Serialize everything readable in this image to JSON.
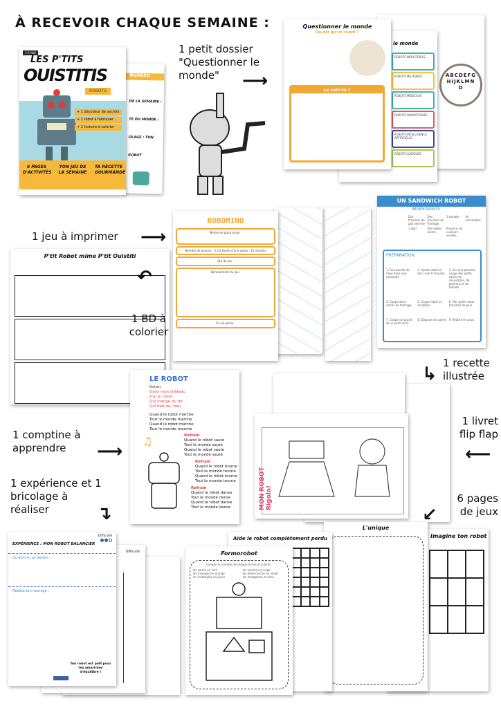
{
  "header": {
    "title": "À RECEVOIR CHAQUE SEMAINE :"
  },
  "labels": {
    "dossier": "1 petit dossier \"Questionner le monde\"",
    "jeu": "1 jeu à imprimer",
    "bd": "1 BD à colorier",
    "recette": "1 recette illustrée",
    "comptine": "1 comptine à apprendre",
    "flipflap": "1 livret flip flap",
    "experience": "1 expérience et 1 bricolage à réaliser",
    "jeux": "6 pages de jeux"
  },
  "magazine": {
    "age_badge": "3-6 ANS",
    "title_line1": "LES P'TITS",
    "title_line2": "OUISTITIS",
    "theme": "ROBOTS",
    "features": [
      "+ 1 décodeur de secrets",
      "+ 1 robot à fabriquer",
      "+ 1 histoire à colorier"
    ],
    "footer_cols": [
      "6 PAGES D'ACTIVITÉS",
      "TON JEU DE LA SEMAINE",
      "TA RECETTE GOURMANDE"
    ],
    "back_page": {
      "heading": "NUMÉRO",
      "items": [
        "DE LA SEMAINE :",
        "TE DU MONDE :",
        "OLAGE : TON ROBOT"
      ]
    },
    "accent": "#f6b93b",
    "sky": "#a9d9e2"
  },
  "questionner": {
    "title": "Questionner le monde",
    "subtitle": "Qu'est qu'un robot ?",
    "box_title": "Le sais-tu ?",
    "back_title": "le monde",
    "back_boxes": [
      "ROBOTS INDUSTRIELS",
      "ROBOTS MILITAIRES",
      "ROBOTS MÉDICAUX",
      "ROBOTS DOMESTIQUES",
      "ROBOTS INTELLIGENCE ARTIFICIELLE",
      "ROBOTS LUDIQUES"
    ],
    "wheel_letters": "ABCDEFGHIJKLMNO"
  },
  "robomino": {
    "title": "ROBOMINO",
    "sections": [
      "Mettre en place le jeu :",
      "Nombre de joueurs : 3 à 4      Durée d'une partie : 15 minutes",
      "But du jeu :",
      "Déroulement du jeu :",
      "Fin de partie :"
    ]
  },
  "bd": {
    "title": "P'tit Robot mime P'tit Ouistiti"
  },
  "recipe": {
    "title": "UN SANDWICH ROBOT",
    "ingredients_label": "INGRÉDIENTS",
    "preparation_label": "PRÉPARATION",
    "ingredients": [
      "Des tranches de pain de mie",
      "Des tranches de fromage",
      "1 tomate",
      "Un concombre",
      "1 œuf",
      "Des olives noires",
      "Poivrons de couleurs variées"
    ],
    "steps": [
      "1. Fais bouillir de l'eau dans une casserole",
      "2. Ajoute l'œuf et fais cuire 9 minutes",
      "3. Sur une planche, coupe des petits carrés de concombre, de poivrons et de tomate",
      "4. Coupe deux carrés de fromage",
      "5. Coupe l'œuf en rondelles",
      "6. Fais griller deux tranches de pain",
      "7. Coupe un grand et un petit carré",
      "8. Dispose les carrés",
      "9. Réalise le corps"
    ],
    "color": "#3b8ccf"
  },
  "comptine": {
    "title": "LE ROBOT",
    "refrain_label": "Refrain:",
    "refrain": [
      "Dans mon château",
      "Y'a un robot",
      "Qui mange du fer",
      "Qui boit de l'eau"
    ],
    "verses": [
      [
        "Quand le robot marche",
        "Tout le monde marche",
        "Quand le robot marche",
        "Tout le monde marche"
      ],
      [
        "Quand le robot saute",
        "Tout le monde saute",
        "Quand le robot saute",
        "Tout le monde saute"
      ],
      [
        "Quand le robot tourne",
        "Tout le monde tourne",
        "Quand le robot tourne",
        "Tout le monde tourne"
      ],
      [
        "Quand le robot danse",
        "Tout le monde danse",
        "Quand le robot danse",
        "Tout le monde danse"
      ]
    ],
    "refrain_tag": "Refrain"
  },
  "flipflap": {
    "brand": "MON ROBOT Rigolo!"
  },
  "experience": {
    "title": "EXPÉRIENCE : MON ROBOT BALANCIER",
    "difficulty_label": "Difficulté",
    "difficulty": 2,
    "difficulty_max": 3,
    "needs_label": "Ce dont tu as besoin :",
    "make_label": "Réalise ton manège :",
    "conclusion": "Ton robot est prêt pour tes amarrines d'équilibre !",
    "back_difficulty_label": "Difficulté"
  },
  "games": {
    "page1_title": "Formorobot",
    "page1_instructions": "Compte le nombre de chaque forme et colorie :",
    "page1_left": [
      "- les carrés en vert",
      "- les triangles en orange",
      "- les rectangles en jaune"
    ],
    "page1_right": [
      "- les cercles en rouge",
      "- les demi-cercles en violet",
      "- les hexagones en bleu"
    ],
    "page2_title": "Aide le robot complètement perdu",
    "page3_title": "L'unique",
    "page4_title": "Imagine ton robot"
  }
}
